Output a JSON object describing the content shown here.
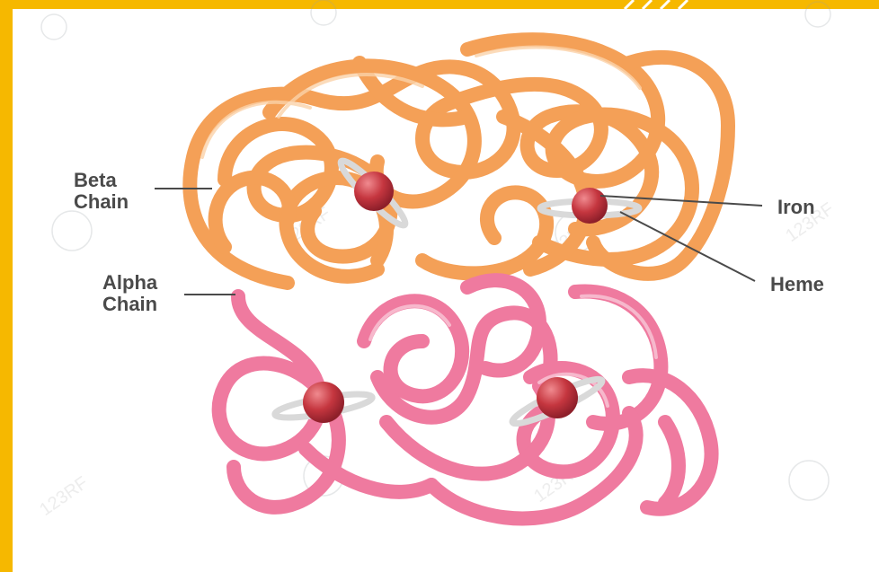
{
  "labels": {
    "beta_chain": [
      "Beta",
      "Chain"
    ],
    "alpha_chain": [
      "Alpha",
      "Chain"
    ],
    "iron": "Iron",
    "heme": "Heme"
  },
  "watermark": "123RF",
  "colors": {
    "frame": "#f6b800",
    "beta_chain": "#f4a057",
    "alpha_chain": "#ef7a9f",
    "iron": "#c5363f",
    "heme": "#d9d9d9",
    "label_text": "#4a4a4a"
  }
}
